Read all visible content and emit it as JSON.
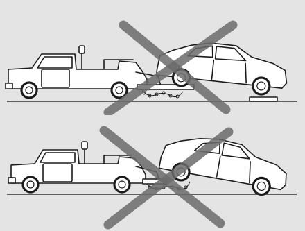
{
  "figure": {
    "panels": [
      {
        "id": "top",
        "scenario": "car-rear-lifted-front-on-dolly",
        "prohibited": true
      },
      {
        "id": "bottom",
        "scenario": "car-front-lifted-rear-on-ground",
        "prohibited": true
      }
    ],
    "colors": {
      "background": "#e4e4e4",
      "line": "#1b1b1b",
      "cross": "#6b6b6b"
    }
  }
}
